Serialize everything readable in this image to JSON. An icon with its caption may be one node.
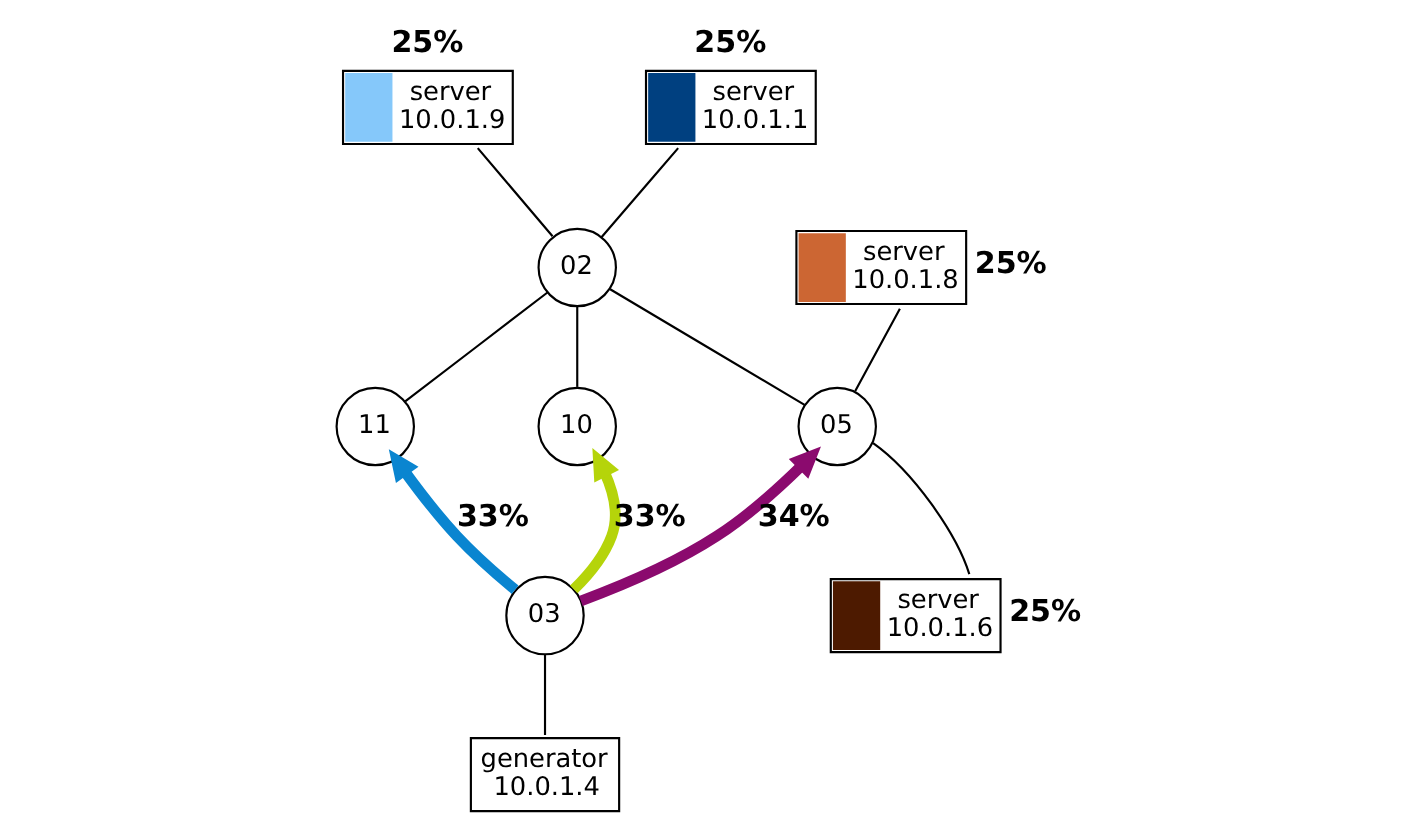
{
  "diagram": {
    "nodes": [
      {
        "text": [
          "server",
          "10.0.1.9"
        ],
        "beside": [
          "25%"
        ]
      },
      {
        "text": [
          "server",
          "10.0.1.1"
        ],
        "beside": [
          "25%"
        ]
      },
      {
        "text": [
          "02"
        ]
      },
      {
        "text": [
          "11"
        ]
      },
      {
        "text": [
          "10"
        ]
      },
      {
        "text": [
          "05"
        ]
      },
      {
        "text": [
          "server",
          "10.0.1.8"
        ],
        "beside": [
          "25%"
        ]
      },
      {
        "text": [
          "server",
          "10.0.1.6"
        ],
        "beside": [
          "25%"
        ]
      },
      {
        "text": [
          "03"
        ]
      },
      {
        "text": [
          "generator",
          "10.0.1.4"
        ]
      }
    ],
    "edges": [
      {
        "from": 0,
        "to": 2,
        "arrow": "none"
      },
      {
        "from": 1,
        "to": 2,
        "arrow": "none"
      },
      {
        "from": 2,
        "to": 3,
        "arrow": "none"
      },
      {
        "from": 2,
        "to": 4,
        "arrow": "none"
      },
      {
        "from": 2,
        "to": 5,
        "arrow": "none"
      },
      {
        "from": 5,
        "to": 6,
        "arrow": "none"
      },
      {
        "from": 5,
        "to": 7,
        "arrow": "none"
      },
      {
        "from": 8,
        "to": 3,
        "arrow": "to",
        "label": "33%",
        "style": "thick",
        "color": "#0a85d0"
      },
      {
        "from": 8,
        "to": 4,
        "arrow": "to",
        "label": "33%",
        "style": "thick",
        "color": "#b5d40a"
      },
      {
        "from": 8,
        "to": 5,
        "arrow": "to",
        "label": "34%",
        "style": "thick",
        "color": "#8b0a6e"
      },
      {
        "from": 8,
        "to": 9,
        "arrow": "none"
      }
    ]
  }
}
